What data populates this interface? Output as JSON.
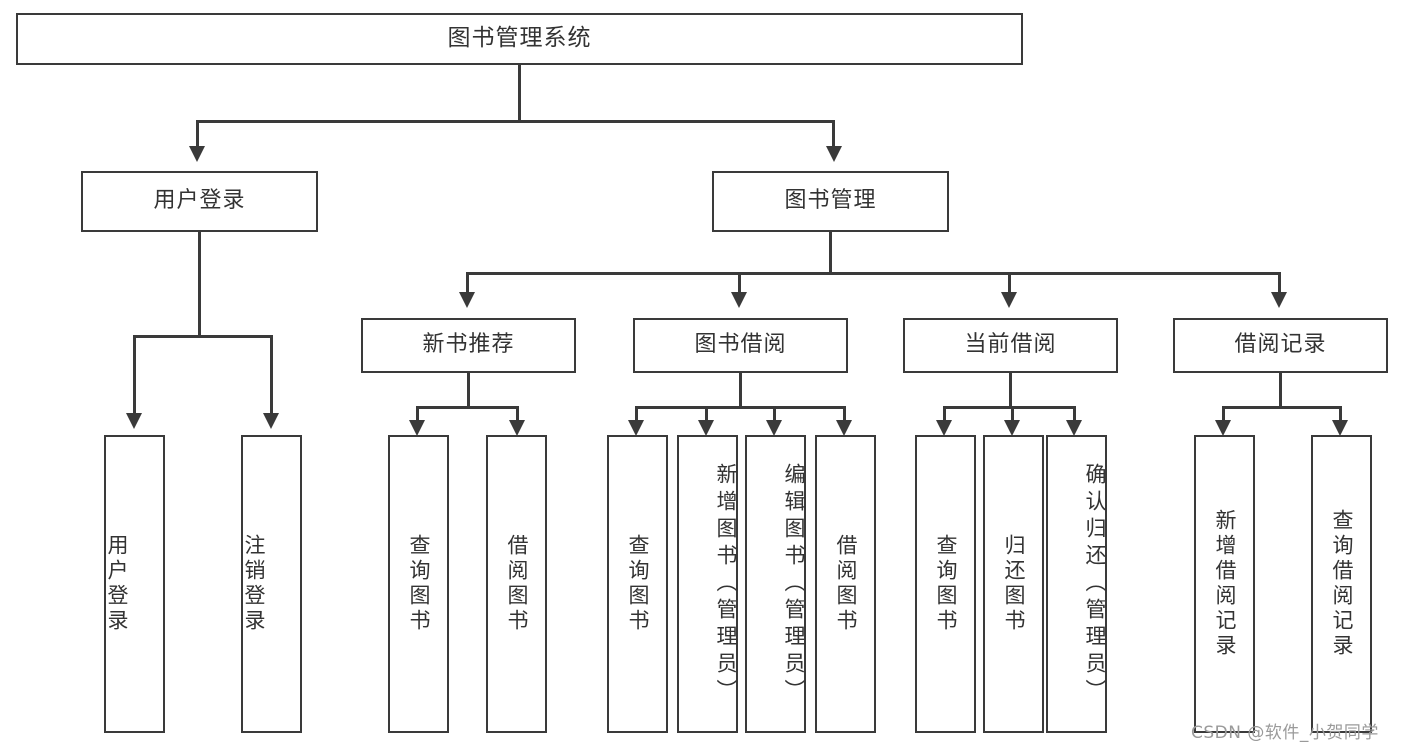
{
  "diagram": {
    "title": "图书管理系统",
    "root": {
      "label": "图书管理系统"
    },
    "level1": [
      {
        "label": "用户登录"
      },
      {
        "label": "图书管理"
      }
    ],
    "level2": [
      {
        "label": "新书推荐"
      },
      {
        "label": "图书借阅"
      },
      {
        "label": "当前借阅"
      },
      {
        "label": "借阅记录"
      }
    ],
    "leaves": {
      "user_login": [
        {
          "label": "用户登录"
        },
        {
          "label": "注销登录"
        }
      ],
      "new_book": [
        {
          "label": "查询图书"
        },
        {
          "label": "借阅图书"
        }
      ],
      "book_borrow": [
        {
          "label": "查询图书"
        },
        {
          "label": "新增图书（管理员）"
        },
        {
          "label": "编辑图书（管理员）"
        },
        {
          "label": "借阅图书"
        }
      ],
      "current_borrow": [
        {
          "label": "查询图书"
        },
        {
          "label": "归还图书"
        },
        {
          "label": "确认归还（管理员）"
        }
      ],
      "borrow_record": [
        {
          "label": "新增借阅记录"
        },
        {
          "label": "查询借阅记录"
        }
      ]
    }
  },
  "watermark": {
    "text": "CSDN @软件_小贺同学"
  },
  "colors": {
    "stroke": "#3a3a3a",
    "text": "#333333",
    "background": "#ffffff",
    "watermark": "#9a9a9a"
  }
}
